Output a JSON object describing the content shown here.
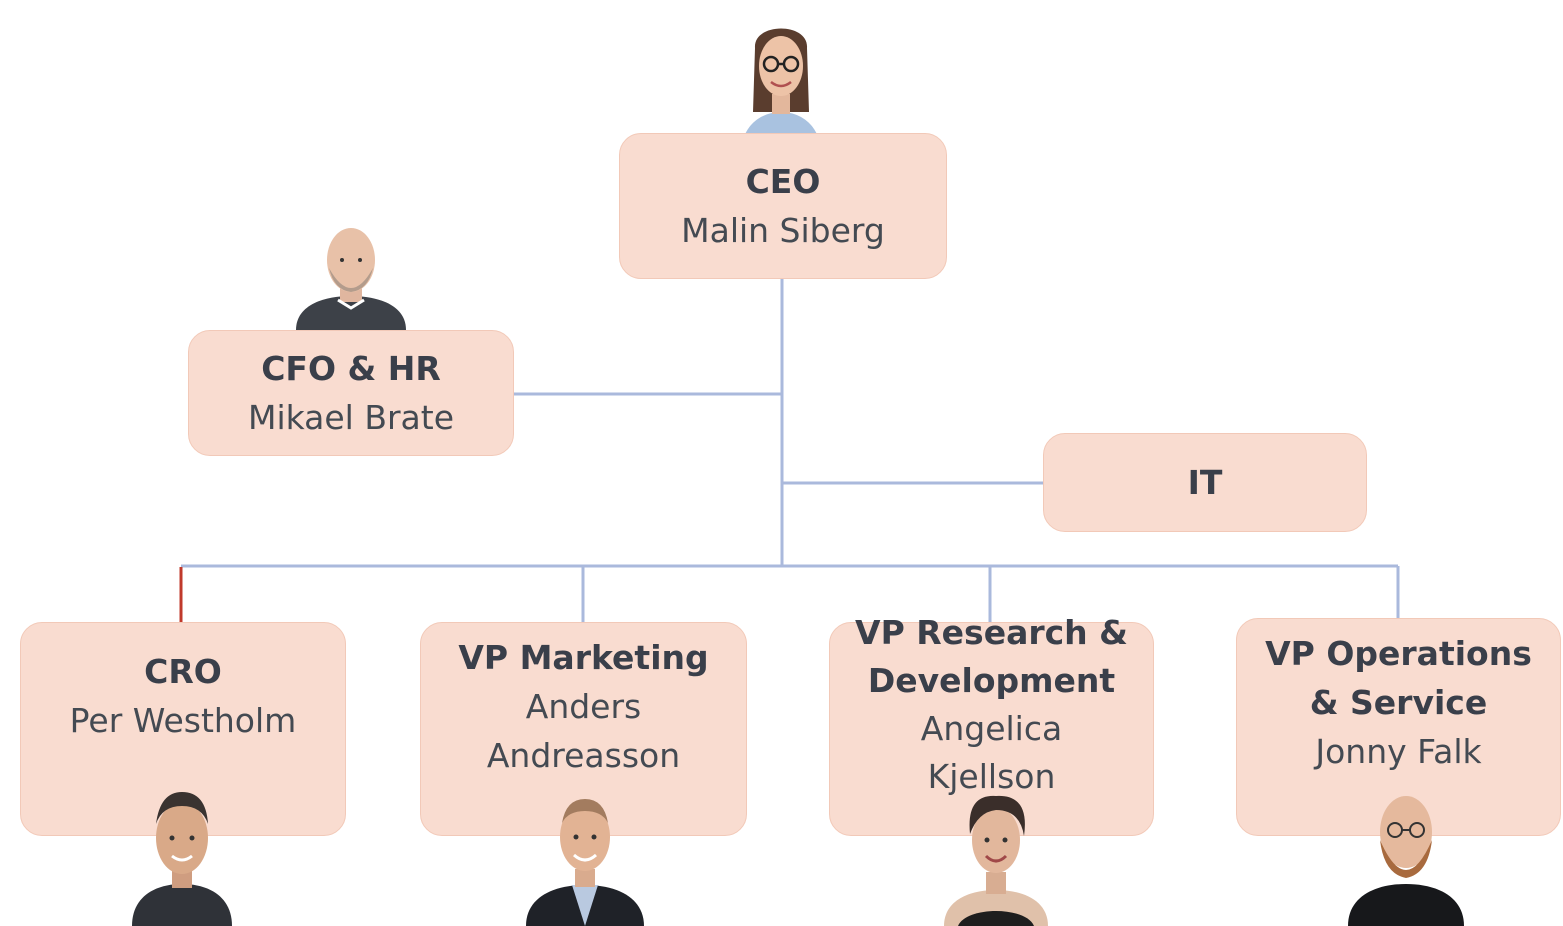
{
  "nodes": {
    "ceo": {
      "role": "CEO",
      "name": "Malin Siberg"
    },
    "cfo": {
      "role": "CFO & HR",
      "name": "Mikael Brate"
    },
    "it": {
      "role": "IT"
    },
    "cro": {
      "role": "CRO",
      "name": "Per Westholm"
    },
    "vp_marketing": {
      "role": "VP Marketing",
      "name_line1": "Anders",
      "name_line2": "Andreasson"
    },
    "vp_rd": {
      "role_line1": "VP Research &",
      "role_line2": "Development",
      "name_line1": "Angelica",
      "name_line2": "Kjellson"
    },
    "vp_ops": {
      "role_line1": "VP Operations",
      "role_line2": "& Service",
      "name": "Jonny Falk"
    }
  },
  "colors": {
    "box_fill": "#f9dcd0",
    "box_border": "#f2c9b8",
    "connector": "#aab9dc",
    "connector_highlight": "#c0392b",
    "text": "#404040"
  }
}
